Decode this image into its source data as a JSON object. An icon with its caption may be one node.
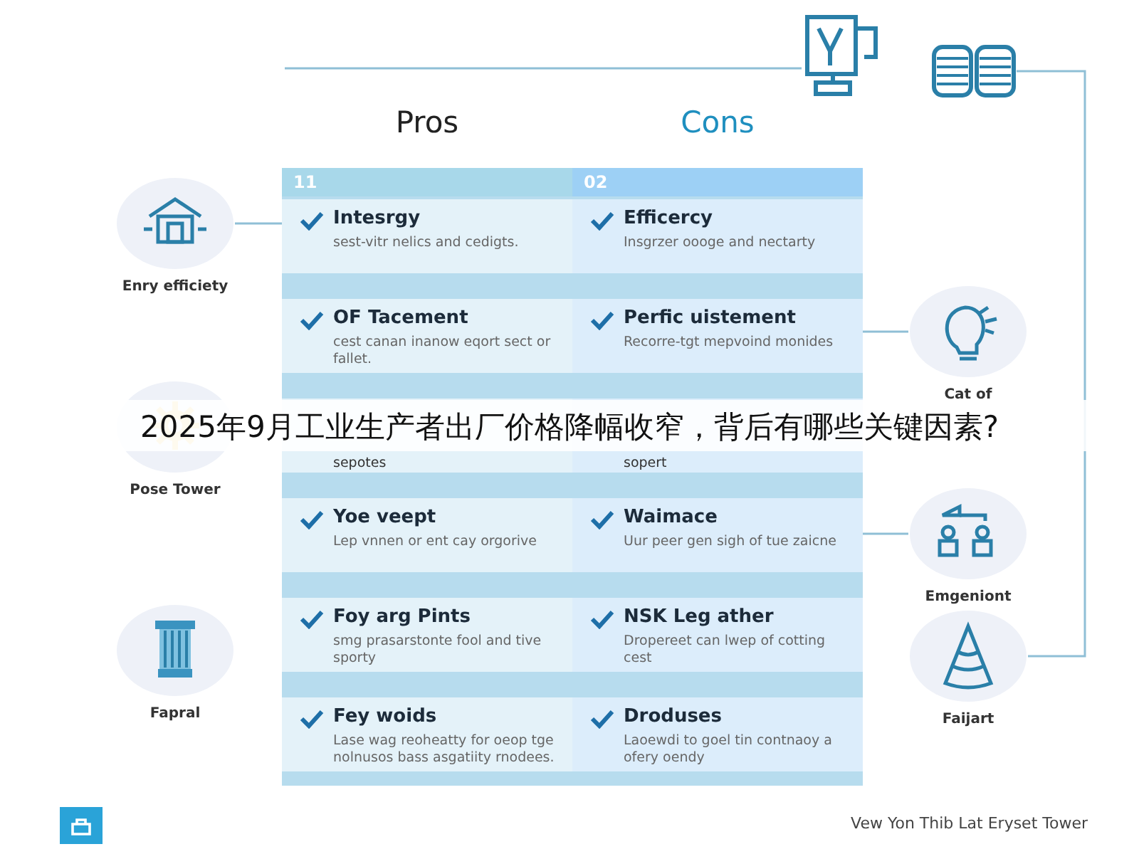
{
  "diagram": {
    "caption": "2025年9月工业生产者出厂价格降幅收窄，背后有哪些关键因素?",
    "nodes": [
      {
        "text": [],
        "shape": "picture"
      },
      {
        "text": [],
        "shape": "picture"
      },
      {
        "text": [
          "Enry efficiety"
        ]
      },
      {
        "text": [
          "Pose Tower"
        ]
      },
      {
        "text": [
          "Fapral"
        ]
      },
      {
        "text": [
          "Pros",
          "11"
        ]
      },
      {
        "text": [
          "Cons",
          "02"
        ]
      },
      {
        "text": [
          "Intesrgy",
          "sest-vitr nelics and cedigts."
        ],
        "in": 5
      },
      {
        "text": [
          "OF Tacement",
          "cest canan inanow eqort sect or fallet."
        ],
        "in": 5
      },
      {
        "text": [
          "sepotes"
        ],
        "in": 5
      },
      {
        "text": [
          "Yoe veept",
          "Lep vnnen or ent cay orgorive"
        ],
        "in": 5
      },
      {
        "text": [
          "Foy arg Pints",
          "smg prasarstonte fool and tive sporty"
        ],
        "in": 5
      },
      {
        "text": [
          "Fey woids",
          "Lase wag reoheatty for oeop tge nolnusos bass asgatiity rnodees."
        ],
        "in": 5
      },
      {
        "text": [
          "Efficercy",
          "Insgrzer oooge and nectarty"
        ],
        "in": 6
      },
      {
        "text": [
          "Perfic uistement",
          "Recorre-tgt mepvoind monides"
        ],
        "in": 6
      },
      {
        "text": [
          "sopert"
        ],
        "in": 6
      },
      {
        "text": [
          "Waimace",
          "Uur peer gen sigh of tue zaicne"
        ],
        "in": 6
      },
      {
        "text": [
          "NSK Leg ather",
          "Dropereet can lwep of cotting cest"
        ],
        "in": 6
      },
      {
        "text": [
          "Droduses",
          "Laoewdi to goel tin contnaoy a ofery oendy"
        ],
        "in": 6
      },
      {
        "text": [
          "Cat of"
        ]
      },
      {
        "text": [
          "Emgeniont"
        ]
      },
      {
        "text": [
          "Faijart"
        ]
      }
    ],
    "edges": [
      {
        "from": null,
        "to": 0,
        "arrow": "none"
      },
      {
        "from": 2,
        "to": 7,
        "arrow": "none"
      },
      {
        "from": 19,
        "to": 14,
        "arrow": "none"
      },
      {
        "from": 20,
        "to": 16,
        "arrow": "none"
      },
      {
        "from": 1,
        "to": 21,
        "arrow": "none"
      }
    ],
    "labels": [
      "Vew Yon Thib Lat Eryset Tower"
    ]
  }
}
